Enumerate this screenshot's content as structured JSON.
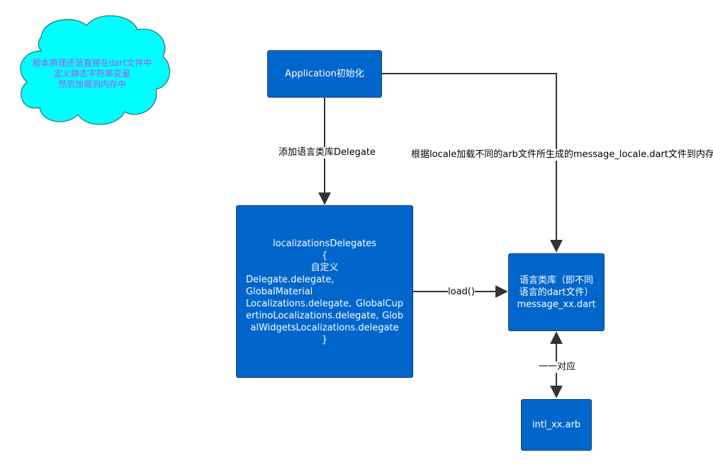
{
  "colors": {
    "node_fill": "#0066cc",
    "node_border": "#1a3f73",
    "node_text": "#ffffff",
    "cloud_fill": "#00ffff",
    "cloud_text": "#b74cf0",
    "edge": "#333333"
  },
  "cloud": {
    "lines": [
      "根本原理还是直接在dart文件中",
      "定义静态字符串变量",
      "然后加载到内存中"
    ]
  },
  "nodes": {
    "app_init": {
      "label": "Application初始化"
    },
    "delegates": {
      "lines": [
        "localizationsDelegates",
        "{",
        "自定义",
        "Delegate.delegate,   GlobalMaterial",
        "Localizations.delegate,   GlobalCup",
        "ertinoLocalizations.delegate,   Glob",
        "alWidgetsLocalizations.delegate",
        "}"
      ]
    },
    "lang_lib": {
      "lines": [
        "语言类库（即不同",
        "语言的dart文件）",
        "message_xx.dart"
      ]
    },
    "arb": {
      "label": "intl_xx.arb"
    }
  },
  "edges": {
    "add_delegate": {
      "label": "添加语言类库Delegate"
    },
    "load_by_locale": {
      "label": "根据locale加载不同的arb文件所生成的message_locale.dart文件到内存"
    },
    "load": {
      "label": "load()"
    },
    "one_to_one": {
      "label": "一一对应"
    }
  }
}
